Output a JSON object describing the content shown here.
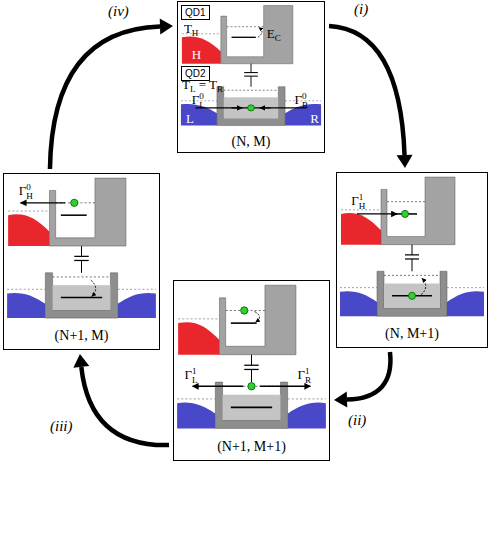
{
  "diagram": {
    "nodes": [
      {
        "text": [
          "(N, M)"
        ]
      },
      {
        "text": [
          "QD1"
        ],
        "in": 0
      },
      {
        "text": [
          "QD2"
        ],
        "in": 0
      },
      {
        "text": [
          "(N, M+1)"
        ]
      },
      {
        "text": [
          "(N+1, M+1)"
        ]
      },
      {
        "text": [
          "(N+1, M)"
        ]
      }
    ],
    "edges": [
      {
        "from": 0,
        "to": 3,
        "label": "(i)",
        "arrow": "to"
      },
      {
        "from": 3,
        "to": 4,
        "label": "(ii)",
        "arrow": "to"
      },
      {
        "from": 4,
        "to": 5,
        "label": "(iii)",
        "arrow": "to"
      },
      {
        "from": 5,
        "to": 0,
        "label": "(iv)",
        "arrow": "to"
      }
    ],
    "labels": [
      "TH",
      "EC",
      "H",
      "TL = TR",
      "ΓL0",
      "ΓR0",
      "L",
      "R",
      "ΓH1",
      "ΓL1",
      "ΓR1",
      "ΓH0"
    ]
  }
}
